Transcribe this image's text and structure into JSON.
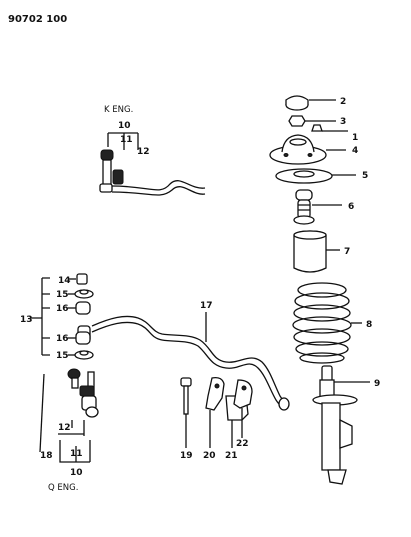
{
  "header": {
    "code": "90702 100"
  },
  "labels": {
    "k_eng": "K ENG.",
    "q_eng": "Q ENG."
  },
  "callouts": {
    "c1": "1",
    "c2": "2",
    "c3": "3",
    "c4": "4",
    "c5": "5",
    "c6": "6",
    "c7": "7",
    "c8": "8",
    "c9": "9",
    "k10": "10",
    "k11": "11",
    "k12": "12",
    "c13": "13",
    "c14": "14",
    "c15a": "15",
    "c16a": "16",
    "c16b": "16",
    "c15b": "15",
    "c17": "17",
    "q18": "18",
    "q12": "12",
    "q11": "11",
    "q10": "10",
    "c19": "19",
    "c20": "20",
    "c21": "21",
    "c22": "22"
  }
}
